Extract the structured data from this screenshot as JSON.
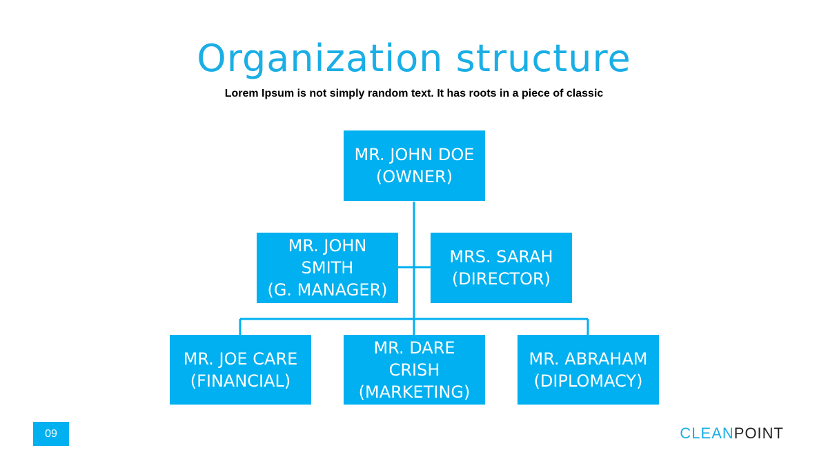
{
  "slide": {
    "title": "Organization structure",
    "subtitle": "Lorem Ipsum is not simply random text. It has roots in a piece of classic",
    "page_number": "09",
    "brand": {
      "part1": "CLEAN",
      "part2": "POINT"
    }
  },
  "nodes": {
    "owner": {
      "label": "MR. JOHN DOE\n(OWNER)"
    },
    "gmanager": {
      "label": "MR. JOHN\nSMITH\n(G. MANAGER)"
    },
    "director": {
      "label": "MRS. SARAH\n(DIRECTOR)"
    },
    "financial": {
      "label": "MR. JOE CARE\n(FINANCIAL)"
    },
    "marketing": {
      "label": "MR. DARE\nCRISH\n(MARKETING)"
    },
    "diplomacy": {
      "label": "MR. ABRAHAM\n(DIPLOMACY)"
    }
  },
  "colors": {
    "accent": "#00b0f0",
    "title": "#1aaee5",
    "text_on_accent": "#ffffff"
  }
}
